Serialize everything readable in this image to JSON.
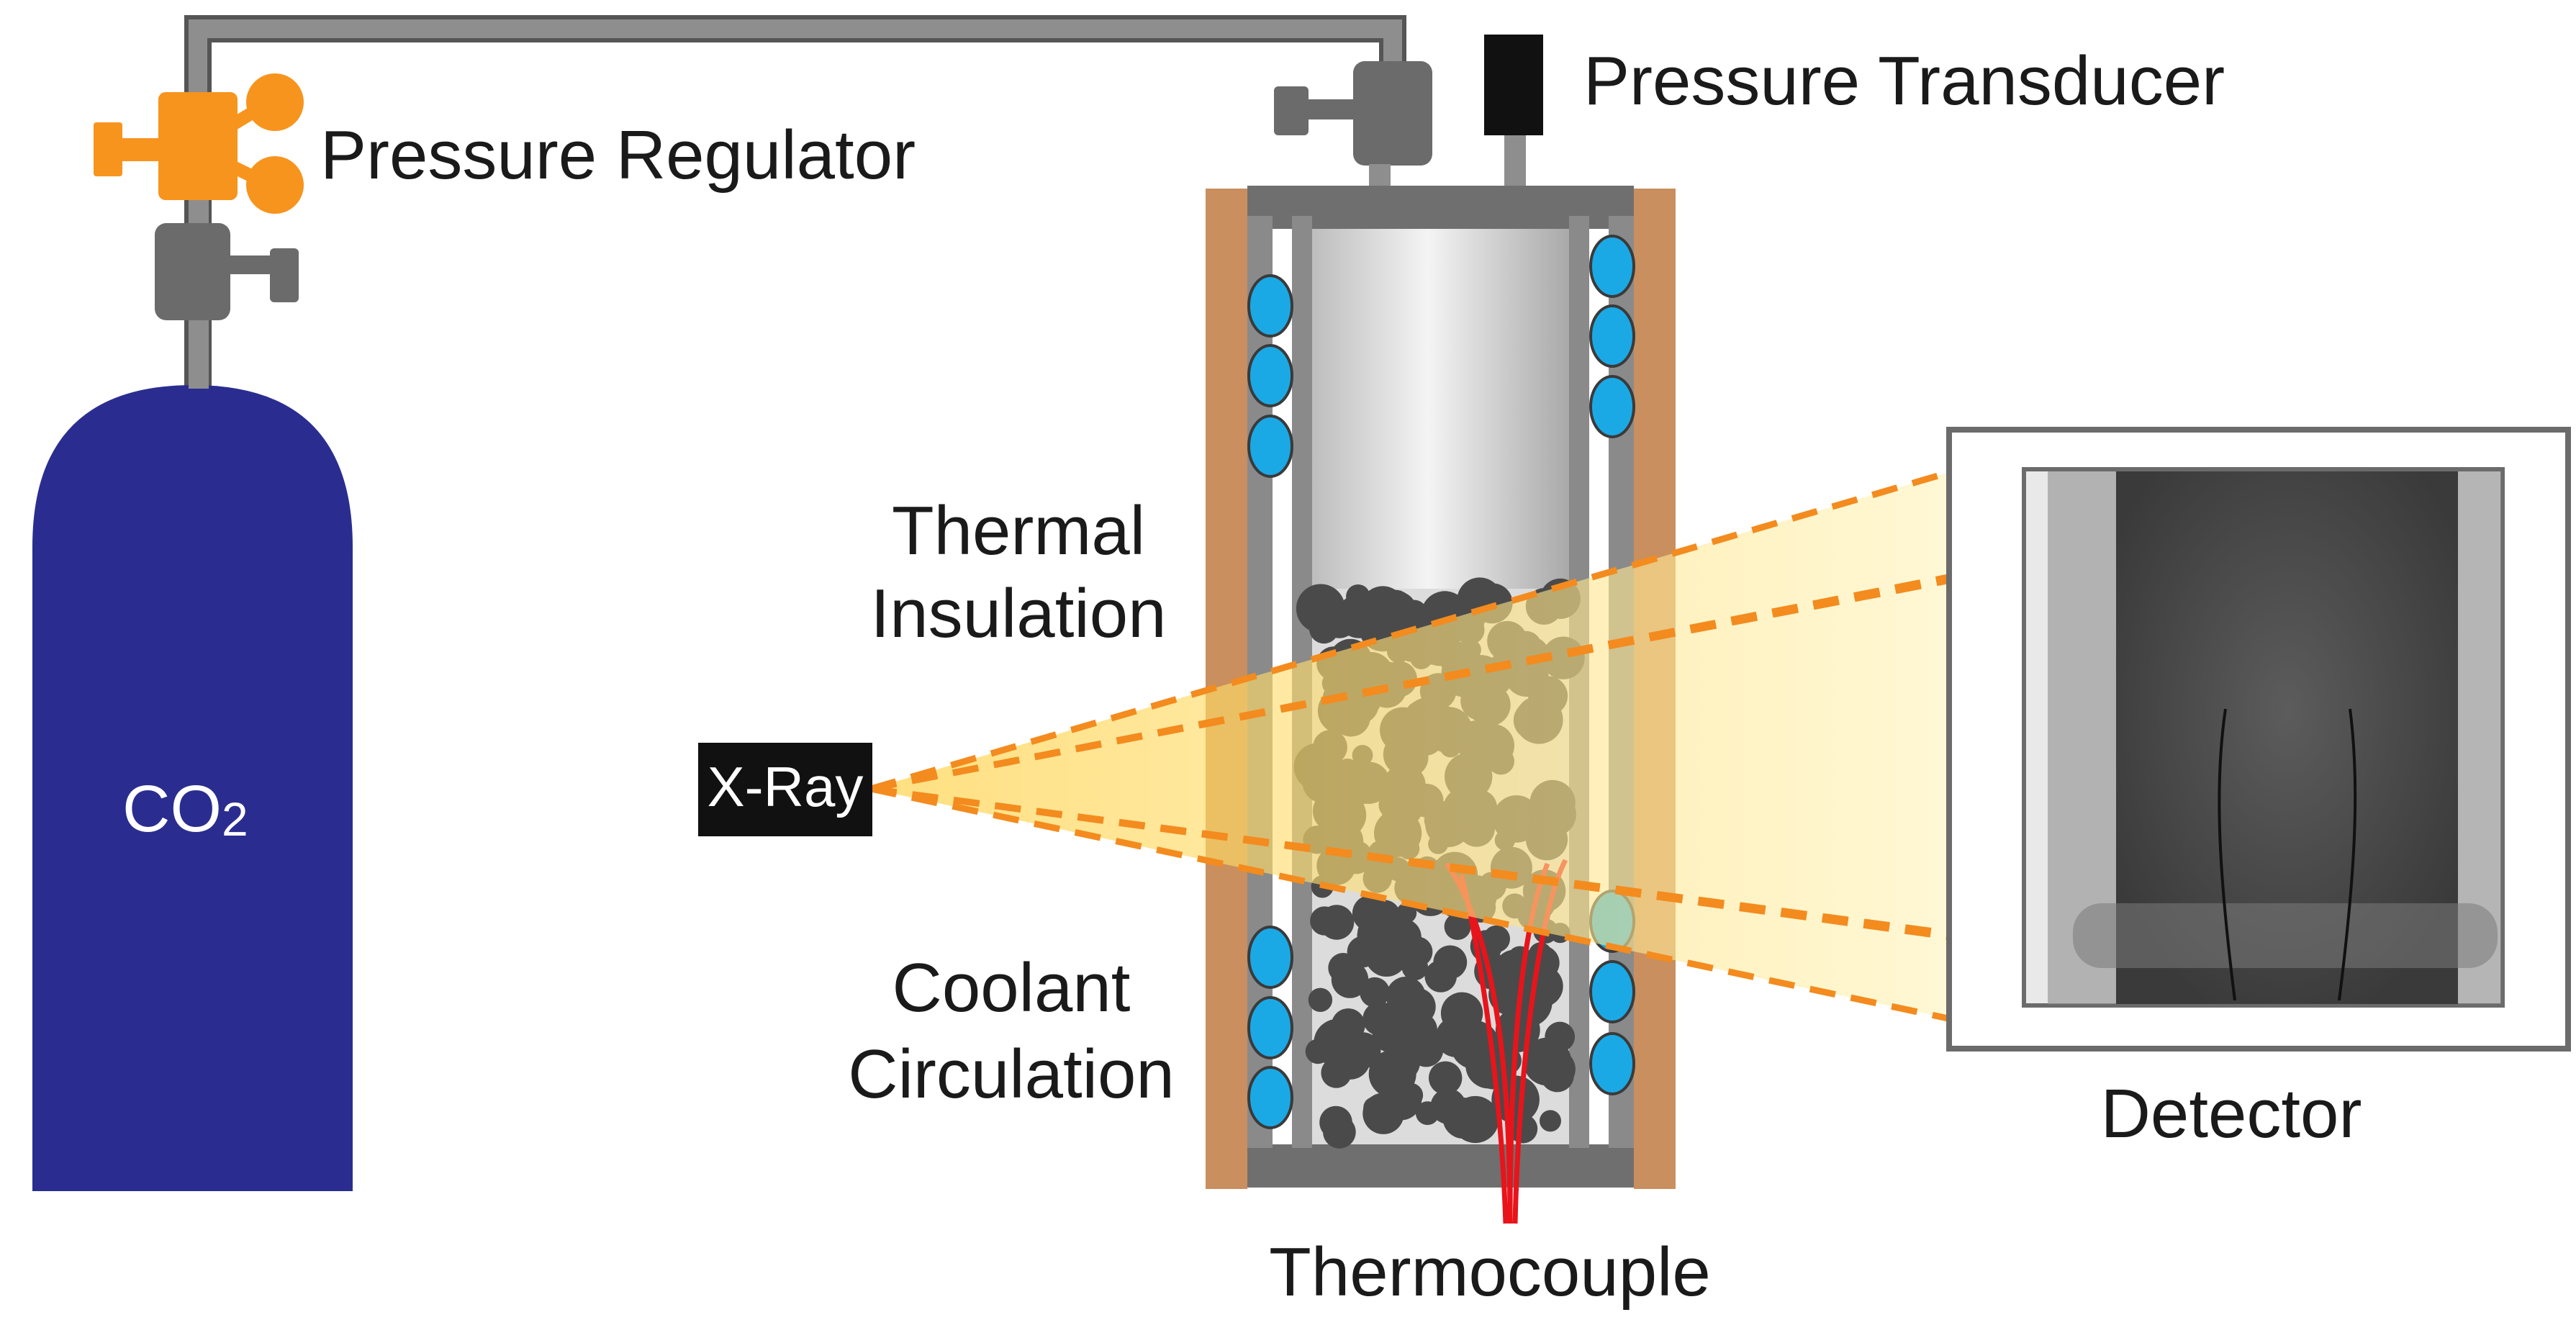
{
  "labels": {
    "pressure_regulator": "Pressure Regulator",
    "pressure_transducer": "Pressure Transducer",
    "thermal_insulation_line1": "Thermal",
    "thermal_insulation_line2": "Insulation",
    "coolant_circulation_line1": "Coolant",
    "coolant_circulation_line2": "Circulation",
    "xray": "X-Ray",
    "detector": "Detector",
    "thermocouple": "Thermocouple",
    "cylinder_main": "CO",
    "cylinder_sub": "2"
  },
  "colors": {
    "cylinder": "#2a2d8f",
    "pipe": "#8a8a8a",
    "valve": "#6b6b6b",
    "regulator": "#f7941d",
    "insulation": "#c98f5e",
    "coolant": "#1ba9e6",
    "beam": "#ffe27a",
    "beam_edge": "#f38b1f",
    "thermocouple": "#e8141b",
    "xray_box": "#111111"
  }
}
